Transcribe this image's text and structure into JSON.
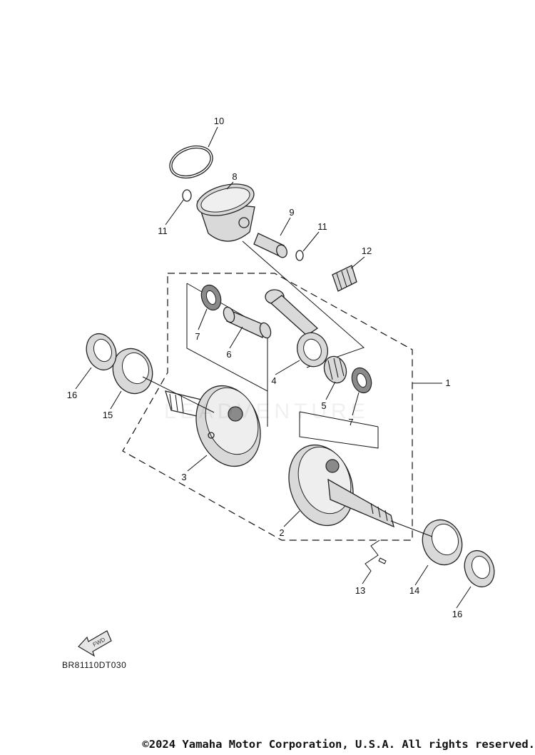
{
  "diagram_code": "BR81110DT030",
  "copyright": "©2024 Yamaha Motor Corporation, U.S.A. All rights reserved.",
  "fwd_label": "FWD",
  "callouts": {
    "c1": "1",
    "c2": "2",
    "c3": "3",
    "c4": "4",
    "c5": "5",
    "c6": "6",
    "c7a": "7",
    "c7b": "7",
    "c8": "8",
    "c9": "9",
    "c10": "10",
    "c11a": "11",
    "c11b": "11",
    "c12": "12",
    "c13": "13",
    "c14": "14",
    "c15": "15",
    "c16a": "16",
    "c16b": "16"
  }
}
